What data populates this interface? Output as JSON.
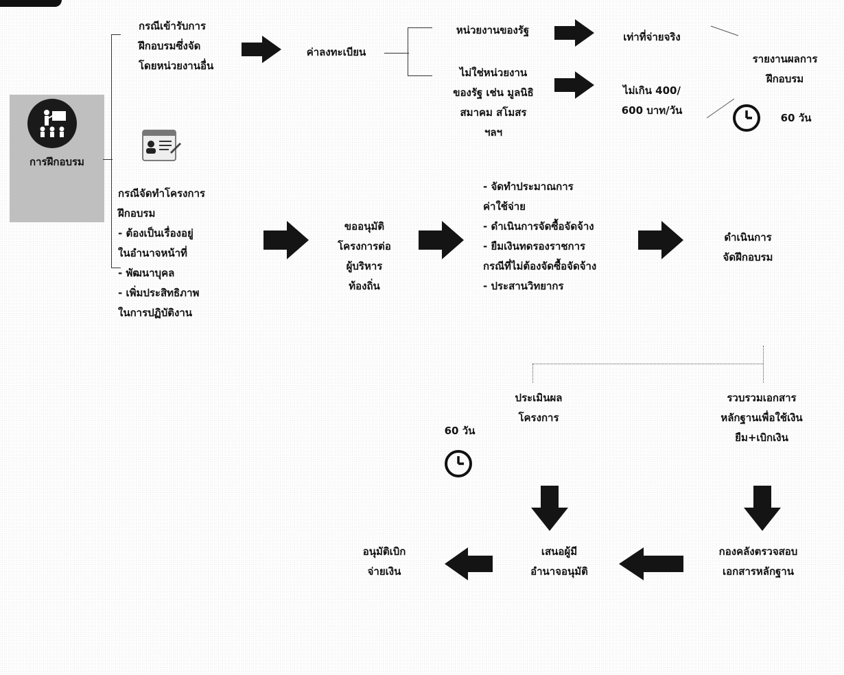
{
  "main": {
    "label": "การฝึกอบรม",
    "icon": "trainer-podium-icon"
  },
  "case1": {
    "title": "กรณีเข้ารับการ\nฝึกอบรมซึ่งจัด\nโดยหน่วยงานอื่น",
    "fee": "ค่าลงทะเบียน",
    "gov_agency": "หน่วยงานของรัฐ",
    "non_gov": "ไม่ใช่หน่วยงาน\nของรัฐ เช่น มูลนิธิ\nสมาคม สโมสร\nฯลฯ",
    "actual_paid": "เท่าที่จ่ายจริง",
    "limit": "ไม่เกิน 400/\n600 บาท/วัน",
    "report": "รายงานผลการ\nฝึกอบรม",
    "report_days": "60 วัน"
  },
  "case2": {
    "icon": "id-card-icon",
    "title": "กรณีจัดทำโครงการ\nฝึกอบรม\n- ต้องเป็นเรื่องอยู่\n  ในอำนาจหน้าที่\n- พัฒนาบุคล\n- เพิ่มประสิทธิภาพ\n  ในการปฏิบัติงาน",
    "approve": "ขออนุมัติ\nโครงการต่อ\nผู้บริหาร\nท้องถิ่น",
    "steps": "- จัดทำประมาณการ\n  ค่าใช้จ่าย\n- ดำเนินการจัดซื้อจัดจ้าง\n- ยืมเงินทดรองราชการ\n  กรณีที่ไม่ต้องจัดซื้อจัดจ้าง\n- ประสานวิทยากร",
    "conduct": "ดำเนินการ\nจัดฝึกอบรม"
  },
  "followup": {
    "evaluate": "ประเมินผล\nโครงการ",
    "evaluate_days": "60 วัน",
    "collect": "รวบรวมเอกสาร\nหลักฐานเพื่อใช้เงิน\nยืม+เบิกเงิน",
    "treasury": "กองคลังตรวจสอบ\nเอกสารหลักฐาน",
    "propose": "เสนอผู้มี\nอำนาจอนุมัติ",
    "disburse": "อนุมัติเบิก\nจ่ายเงิน"
  },
  "colors": {
    "arrow": "#141414",
    "panel": "#bfbfbf",
    "text": "#111111"
  }
}
